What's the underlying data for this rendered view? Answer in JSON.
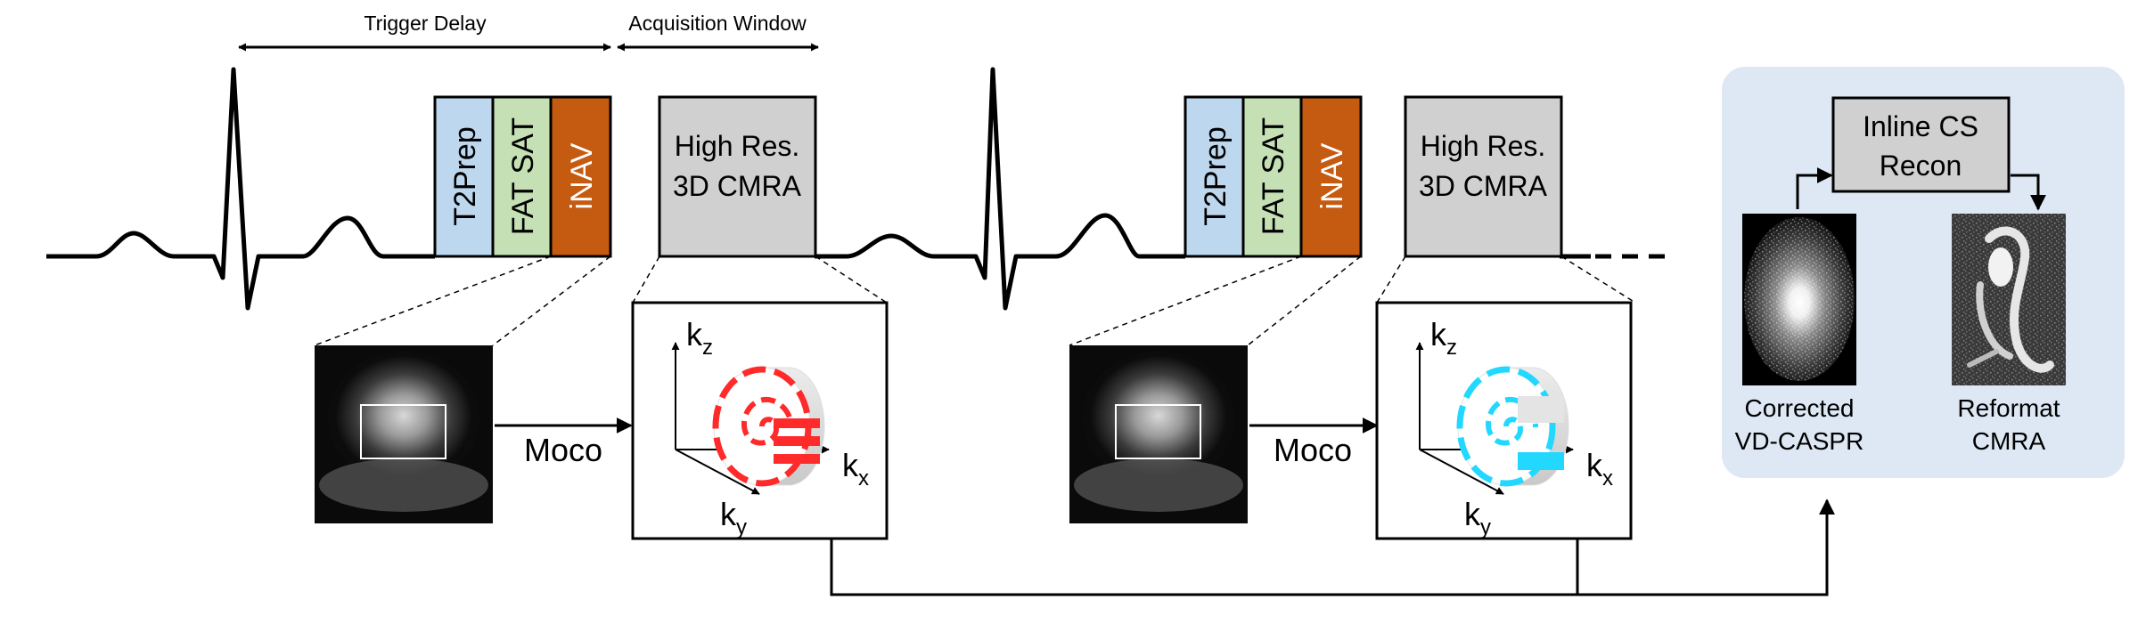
{
  "timing": {
    "trigger_delay": "Trigger Delay",
    "acquisition_window": "Acquisition Window"
  },
  "blocks": {
    "t2prep": "T2Prep",
    "fatsat": "FAT SAT",
    "inav": "iNAV",
    "highres_line1": "High Res.",
    "highres_line2": "3D CMRA"
  },
  "moco": "Moco",
  "kspace": {
    "kz": "k",
    "kz_sub": "z",
    "kx": "k",
    "kx_sub": "x",
    "ky": "k",
    "ky_sub": "y"
  },
  "recon": {
    "title_line1": "Inline CS",
    "title_line2": "Recon",
    "corrected_line1": "Corrected",
    "corrected_line2": "VD-CASPR",
    "reformat_line1": "Reformat",
    "reformat_line2": "CMRA"
  },
  "colors": {
    "t2prep": "#bdd7ee",
    "fatsat": "#c5e0b4",
    "inav": "#c55a11",
    "highres": "#d0d0d0",
    "recon_panel": "#dde8f4",
    "spiral_1": "#ff2a2a",
    "spiral_2": "#22d8ff"
  }
}
